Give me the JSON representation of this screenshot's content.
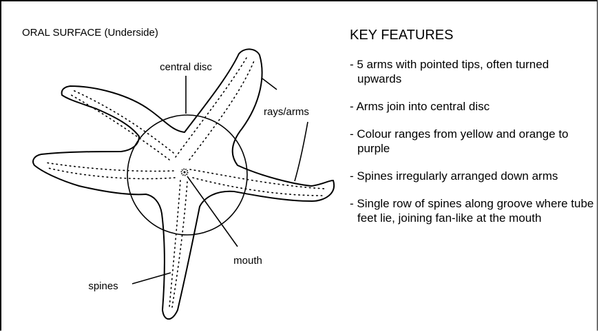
{
  "diagram": {
    "title": "ORAL SURFACE (Underside)",
    "labels": {
      "central_disc": "central disc",
      "rays_arms": "rays/arms",
      "mouth": "mouth",
      "spines": "spines"
    }
  },
  "key": {
    "title": "KEY FEATURES",
    "items": [
      "- 5 arms with pointed tips, often turned upwards",
      "- Arms join into central disc",
      "- Colour ranges from yellow and orange to purple",
      "- Spines irregularly arranged down arms",
      "- Single row of spines along groove where tube feet lie, joining fan-like at the mouth"
    ]
  }
}
